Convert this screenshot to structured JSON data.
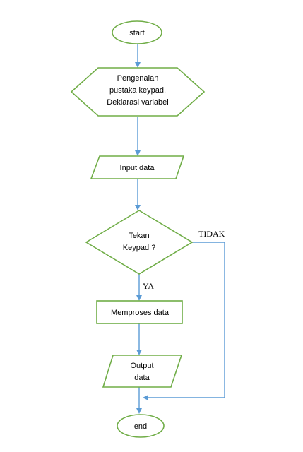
{
  "nodes": {
    "start": "start",
    "init": [
      "Pengenalan",
      "pustaka keypad,",
      "Deklarasi variabel"
    ],
    "input": "Input data",
    "decision": [
      "Tekan",
      "Keypad ?"
    ],
    "process": "Memproses data",
    "output": [
      "Output",
      "data"
    ],
    "end": "end"
  },
  "edge_labels": {
    "no": "TIDAK",
    "yes": "YA"
  },
  "colors": {
    "node_stroke": "#70ad47",
    "edge": "#5b9bd5"
  }
}
